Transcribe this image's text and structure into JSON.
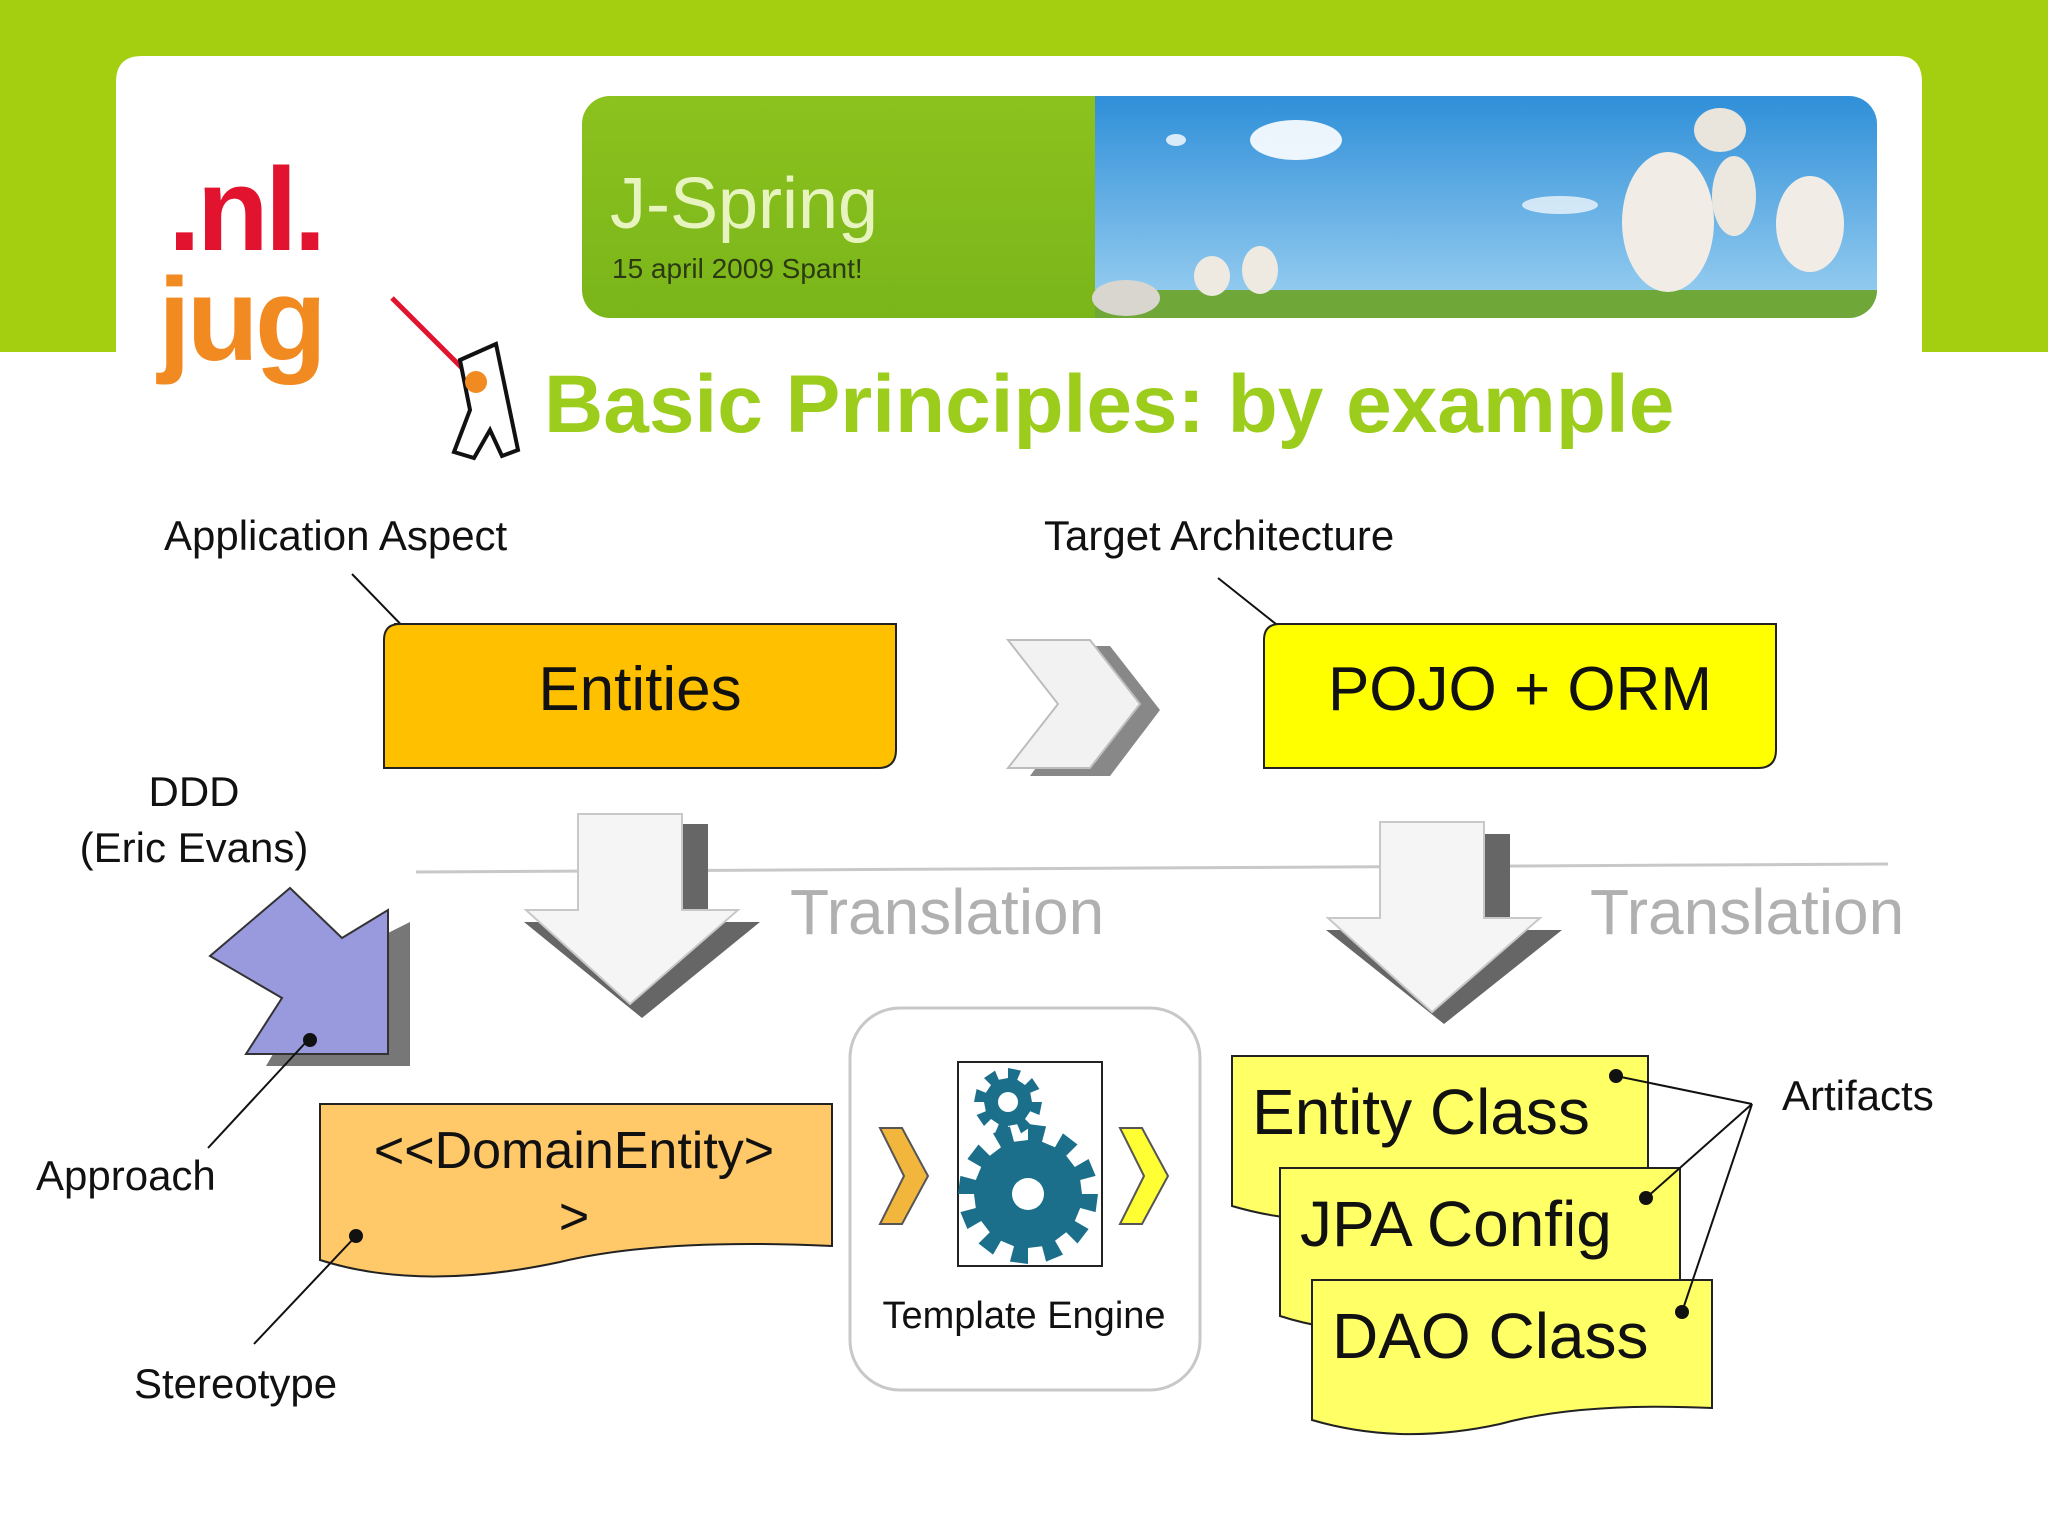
{
  "slide": {
    "title": "Basic Principles: by example",
    "colors": {
      "accent_green": "#a4cf10",
      "title_green": "#9ccd1c",
      "entities_fill": "#ffc000",
      "pojo_fill": "#ffff00",
      "domain_fill": "#ffc869",
      "artifact_fill": "#ffff66",
      "approach_fill": "#9999dd",
      "translation_gray": "#b0b0b0"
    }
  },
  "logo": {
    "line1": ".nl.",
    "line2": "jug",
    "icon": "duke-mascot-icon"
  },
  "banner": {
    "title": "J-Spring",
    "subtitle": "15 april 2009 Spant!",
    "photo": "lambs-photo"
  },
  "labels": {
    "application_aspect": "Application Aspect",
    "target_architecture": "Target Architecture",
    "ddd_line1": "DDD",
    "ddd_line2": "(Eric Evans)",
    "approach": "Approach",
    "stereotype": "Stereotype",
    "artifacts": "Artifacts",
    "translation_left": "Translation",
    "translation_right": "Translation"
  },
  "boxes": {
    "entities": "Entities",
    "pojo_orm": "POJO + ORM",
    "domain_entity_line1": "<<DomainEntity>",
    "domain_entity_line2": ">",
    "template_engine": "Template Engine"
  },
  "artifacts": [
    "Entity Class",
    "JPA Config",
    "DAO Class"
  ]
}
